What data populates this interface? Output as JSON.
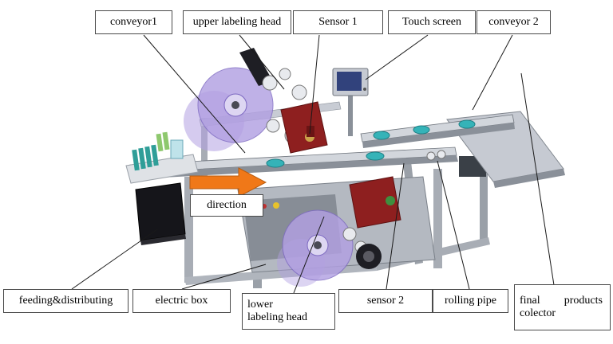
{
  "labels": {
    "conveyor1": "conveyor1",
    "upper_labeling_head": "upper labeling head",
    "sensor1": "Sensor 1",
    "touch_screen": "Touch screen",
    "conveyor2": "conveyor 2",
    "direction": "direction",
    "feeding_distributing": "feeding&distributing",
    "electric_box": "electric box",
    "lower_labeling_head": {
      "line1": "lower",
      "line2": "labeling head"
    },
    "sensor2": "sensor 2",
    "rolling_pipe": "rolling pipe",
    "final_products_collector": {
      "line1": "final products",
      "line2": "colector"
    }
  },
  "colors": {
    "background": "#ffffff",
    "label_box_border": "#4a4a4a",
    "leader_line": "#1a1a1a",
    "label_roll_purple": "#b2a0e2",
    "machine_frame_gray": "#b4b9c1",
    "head_mechanism_red": "#8e1f1f",
    "direction_arrow_orange": "#f07818",
    "touch_screen_blue": "#31427c",
    "conveyor_item_teal": "#35b3b8",
    "electric_box_black": "#15151a"
  }
}
